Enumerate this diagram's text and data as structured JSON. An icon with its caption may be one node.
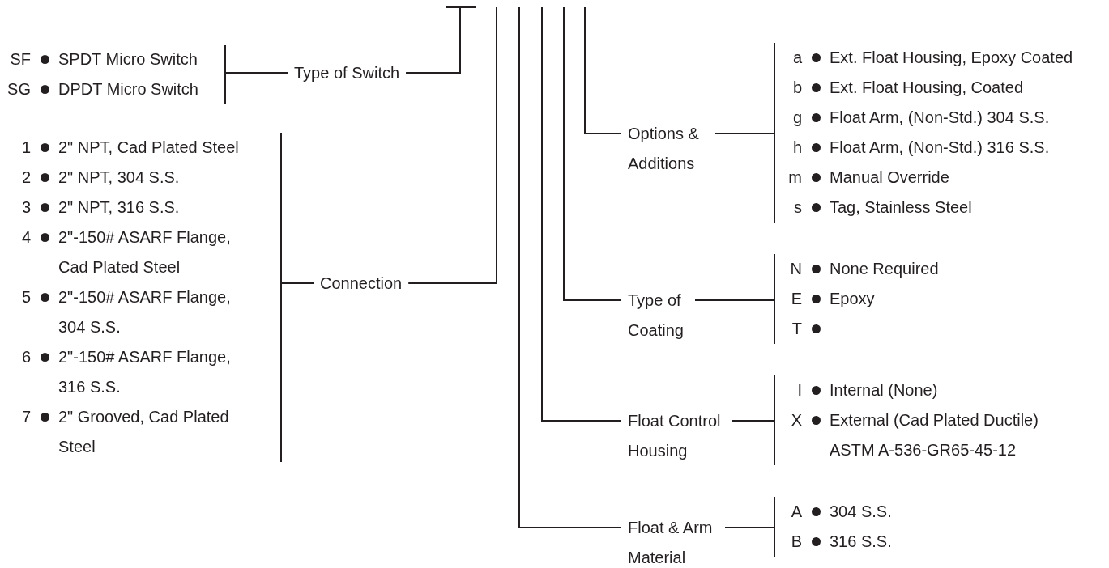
{
  "diagram": {
    "nodes": [
      {
        "text": [
          "Type of Switch"
        ]
      },
      {
        "text": [
          "SF",
          "SPDT Micro Switch",
          "SG",
          "DPDT Micro Switch"
        ]
      },
      {
        "text": [
          "Connection"
        ]
      },
      {
        "text": [
          "1",
          "2\" NPT, Cad Plated Steel",
          "2",
          "2\" NPT, 304 S.S.",
          "3",
          "2\" NPT, 316 S.S.",
          "4",
          "2\"-150# ASARF Flange, Cad Plated Steel",
          "5",
          "2\"-150# ASARF Flange, 304 S.S.",
          "6",
          "2\"-150# ASARF Flange, 316 S.S.",
          "7",
          "2\" Grooved, Cad Plated Steel"
        ]
      },
      {
        "text": [
          "Options & Additions"
        ]
      },
      {
        "text": [
          "a",
          "Ext. Float Housing, Epoxy Coated",
          "b",
          "Ext. Float Housing, Coated",
          "g",
          "Float Arm, (Non-Std.) 304 S.S.",
          "h",
          "Float Arm, (Non-Std.) 316 S.S.",
          "m",
          "Manual Override",
          "s",
          "Tag, Stainless Steel"
        ]
      },
      {
        "text": [
          "Type of Coating"
        ]
      },
      {
        "text": [
          "N",
          "None Required",
          "E",
          "Epoxy",
          "T"
        ]
      },
      {
        "text": [
          "Float Control Housing"
        ]
      },
      {
        "text": [
          "I",
          "Internal (None)",
          "X",
          "External (Cad Plated Ductile) ASTM A-536-GR65-45-12"
        ]
      },
      {
        "text": [
          "Float & Arm Material"
        ]
      },
      {
        "text": [
          "A",
          "304 S.S.",
          "B",
          "316 S.S."
        ]
      }
    ],
    "edges": [
      {
        "from": 0,
        "to": 1,
        "arrow": "none"
      },
      {
        "from": 0,
        "to": null,
        "arrow": "none"
      },
      {
        "from": 2,
        "to": 3,
        "arrow": "none"
      },
      {
        "from": 2,
        "to": null,
        "arrow": "none"
      },
      {
        "from": 4,
        "to": 5,
        "arrow": "none"
      },
      {
        "from": 4,
        "to": null,
        "arrow": "none"
      },
      {
        "from": 6,
        "to": 7,
        "arrow": "none"
      },
      {
        "from": 6,
        "to": null,
        "arrow": "none"
      },
      {
        "from": 8,
        "to": 9,
        "arrow": "none"
      },
      {
        "from": 8,
        "to": null,
        "arrow": "none"
      },
      {
        "from": 10,
        "to": 11,
        "arrow": "none"
      },
      {
        "from": 10,
        "to": null,
        "arrow": "none"
      }
    ]
  }
}
